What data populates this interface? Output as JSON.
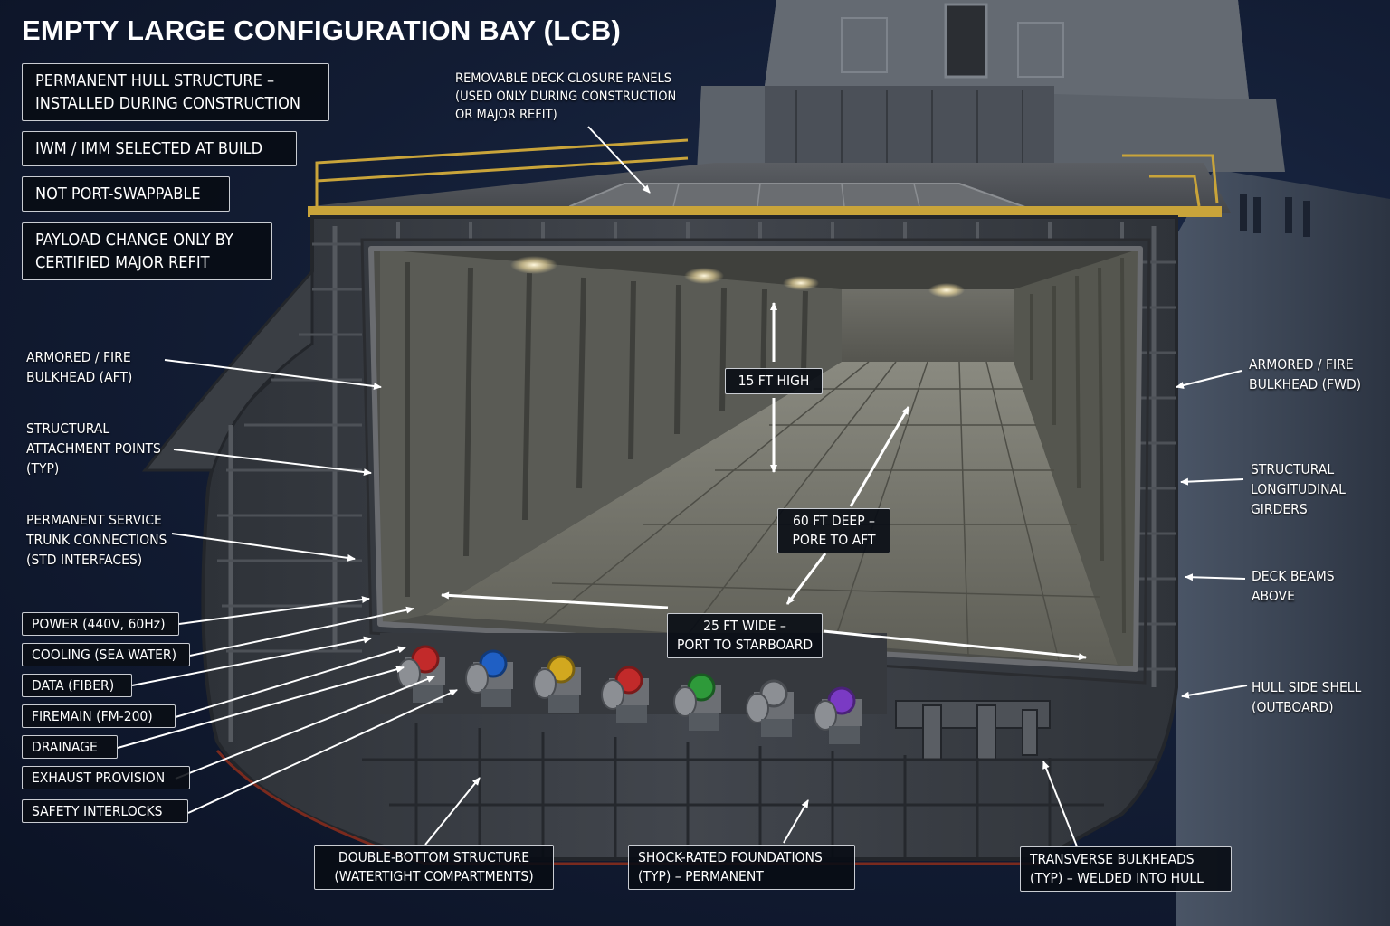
{
  "title": "EMPTY LARGE CONFIGURATION BAY (LCB)",
  "info_boxes": [
    {
      "lines": [
        "PERMANENT HULL STRUCTURE –",
        "INSTALLED DURING CONSTRUCTION"
      ]
    },
    {
      "lines": [
        "IWM / IMM SELECTED AT BUILD"
      ]
    },
    {
      "lines": [
        "NOT PORT-SWAPPABLE"
      ]
    },
    {
      "lines": [
        "PAYLOAD CHANGE ONLY BY",
        "CERTIFIED MAJOR REFIT"
      ]
    }
  ],
  "callouts": {
    "deck_panels": [
      "REMOVABLE DECK CLOSURE PANELS",
      "(USED ONLY DURING CONSTRUCTION",
      "OR MAJOR REFIT)"
    ],
    "bulkhead_aft": [
      "ARMORED / FIRE",
      "BULKHEAD (AFT)"
    ],
    "attach_points": [
      "STRUCTURAL",
      "ATTACHMENT POINTS",
      "(TYP)"
    ],
    "service_trunk": [
      "PERMANENT SERVICE",
      "TRUNK CONNECTIONS",
      "(STD INTERFACES)"
    ],
    "bulkhead_fwd": [
      "ARMORED / FIRE",
      "BULKHEAD (FWD)"
    ],
    "girders": [
      "STRUCTURAL",
      "LONGITUDINAL",
      "GIRDERS"
    ],
    "deck_beams": [
      "DECK BEAMS",
      "ABOVE"
    ],
    "hull_shell": [
      "HULL SIDE SHELL",
      "(OUTBOARD)"
    ]
  },
  "dimensions": {
    "height": "15 FT HIGH",
    "depth": [
      "60 FT DEEP –",
      "PORE TO AFT"
    ],
    "width": [
      "25 FT WIDE –",
      "PORT TO STARBOARD"
    ]
  },
  "services": [
    {
      "label": "POWER (440V, 60Hz)"
    },
    {
      "label": "COOLING (SEA WATER)"
    },
    {
      "label": "DATA (FIBER)"
    },
    {
      "label": "FIREMAIN (FM-200)"
    },
    {
      "label": "DRAINAGE"
    },
    {
      "label": "EXHAUST PROVISION"
    },
    {
      "label": "SAFETY INTERLOCKS"
    }
  ],
  "bottom_labels": {
    "double_bottom": [
      "DOUBLE-BOTTOM STRUCTURE",
      "(WATERTIGHT COMPARTMENTS)"
    ],
    "shock_foundations": [
      "SHOCK-RATED FOUNDATIONS",
      "(TYP) – PERMANENT"
    ],
    "transverse_bulkheads": [
      "TRANSVERSE BULKHEADS",
      "(TYP) – WELDED INTO HULL"
    ]
  },
  "colors": {
    "background": "#121c33",
    "hull": "#3b3f45",
    "bay_floor": "#6b6b62",
    "railing": "#c9a43a",
    "deck_light": "#fff3cc",
    "flange_red": "#c22a2a",
    "flange_blue": "#1f5fc4",
    "flange_yellow": "#d2a81f",
    "flange_green": "#2e9a3a",
    "flange_purple": "#7a3ac4"
  },
  "icons": [
    "arrow-icon",
    "valve-icon",
    "deck-light-icon"
  ]
}
